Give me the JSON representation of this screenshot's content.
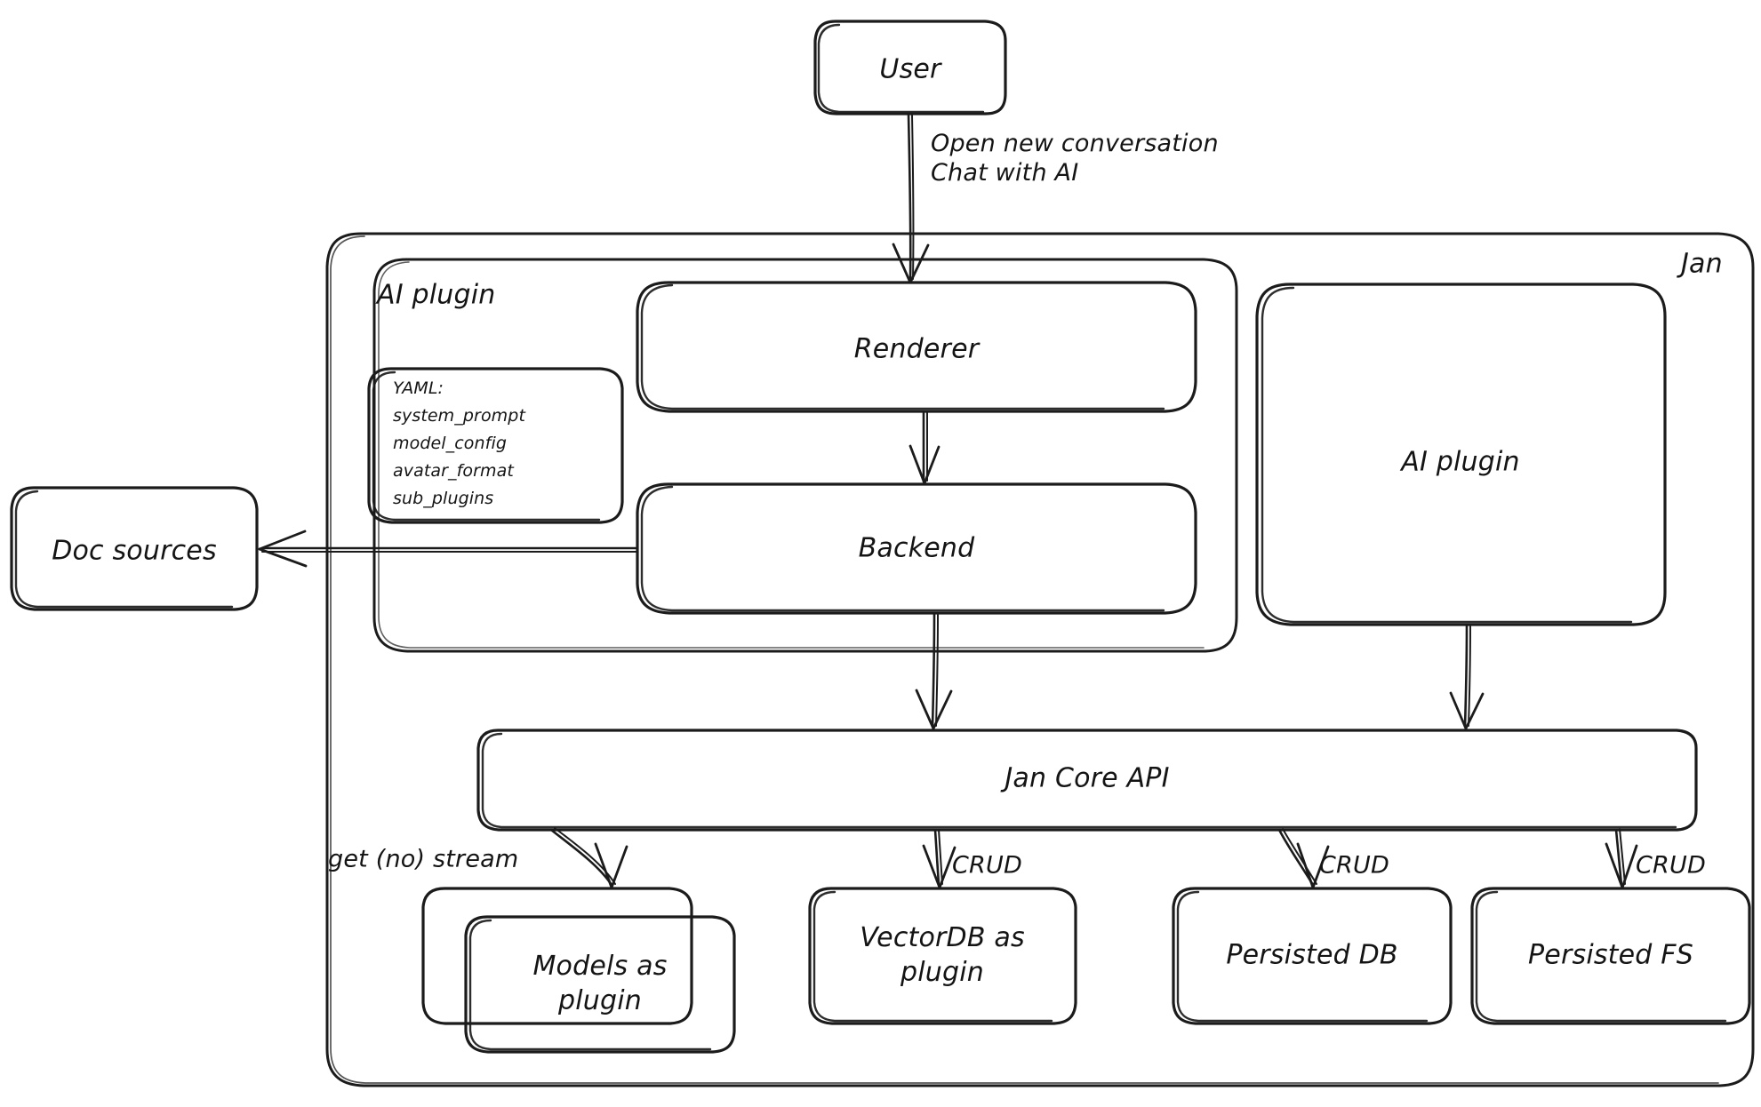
{
  "diagram": {
    "title_visible": false,
    "style": "hand-drawn-sketch",
    "stroke_color": "#1b1b1b",
    "background_color": "#ffffff",
    "containers": [
      {
        "id": "jan",
        "label": "Jan"
      },
      {
        "id": "ai_plugin_group",
        "label": "AI plugin"
      }
    ],
    "nodes": [
      {
        "id": "user",
        "label": "User"
      },
      {
        "id": "renderer",
        "label": "Renderer"
      },
      {
        "id": "backend",
        "label": "Backend"
      },
      {
        "id": "ai_plugin",
        "label": "AI plugin"
      },
      {
        "id": "doc_sources",
        "label": "Doc sources"
      },
      {
        "id": "jan_core_api",
        "label": "Jan Core API"
      },
      {
        "id": "models",
        "label": "Models as\nplugin"
      },
      {
        "id": "vectordb",
        "label": "VectorDB as\nplugin"
      },
      {
        "id": "persisted_db",
        "label": "Persisted DB"
      },
      {
        "id": "persisted_fs",
        "label": "Persisted FS"
      }
    ],
    "yaml_note": {
      "title": "YAML:",
      "keys": [
        "system_prompt",
        "model_config",
        "avatar_format",
        "sub_plugins"
      ]
    },
    "edges": [
      {
        "id": "user-renderer",
        "from": "user",
        "to": "renderer",
        "label": "Open new conversation\nChat with AI"
      },
      {
        "id": "renderer-backend",
        "from": "renderer",
        "to": "backend",
        "label": ""
      },
      {
        "id": "backend-doc-sources",
        "from": "backend",
        "to": "doc_sources",
        "label": ""
      },
      {
        "id": "backend-core",
        "from": "backend",
        "to": "jan_core_api",
        "label": ""
      },
      {
        "id": "aiplugin-core",
        "from": "ai_plugin",
        "to": "jan_core_api",
        "label": ""
      },
      {
        "id": "core-models",
        "from": "jan_core_api",
        "to": "models",
        "label": "get (no) stream"
      },
      {
        "id": "core-vectordb",
        "from": "jan_core_api",
        "to": "vectordb",
        "label": "CRUD"
      },
      {
        "id": "core-persisted-db",
        "from": "jan_core_api",
        "to": "persisted_db",
        "label": "CRUD"
      },
      {
        "id": "core-persisted-fs",
        "from": "jan_core_api",
        "to": "persisted_fs",
        "label": "CRUD"
      }
    ]
  }
}
